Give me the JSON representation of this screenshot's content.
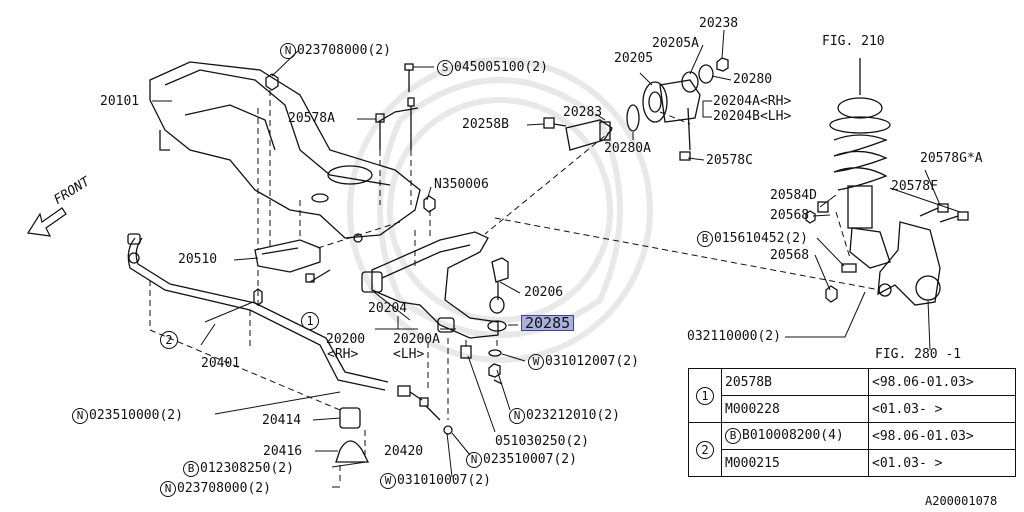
{
  "labels": {
    "fig210": "FIG. 210",
    "fig280": "FIG. 280 -1",
    "front": "FRONT",
    "l20101": "20101",
    "l023708000_top": "023708000(2)",
    "l045005100": "045005100(2)",
    "l20578A": "20578A",
    "l20258B": "20258B",
    "l20283": "20283",
    "l20205": "20205",
    "l20205A": "20205A",
    "l20238": "20238",
    "l20280": "20280",
    "l20280A": "20280A",
    "l20204A": "20204A<RH>",
    "l20204B": "20204B<LH>",
    "l20578C": "20578C",
    "lN350006": "N350006",
    "l20510": "20510",
    "l20204": "20204",
    "l20200": "20200",
    "l20200RH": "<RH>",
    "l20200A": "20200A",
    "l20200ALH": "<LH>",
    "l20206": "20206",
    "l20285": "20285",
    "l031012007": "031012007(2)",
    "l023212010": "023212010(2)",
    "l051030250": "051030250(2)",
    "l023510007": "023510007(2)",
    "l031010007": "031010007(2)",
    "l20420": "20420",
    "l20416": "20416",
    "l012308250": "012308250(2)",
    "l023708000_bot": "023708000(2)",
    "l023510000": "023510000(2)",
    "l20414": "20414",
    "l20401": "20401",
    "l20584D": "20584D",
    "l20568a": "20568",
    "l015610452": "015610452(2)",
    "l20568b": "20568",
    "l20578GA": "20578G*A",
    "l20578F": "20578F",
    "l032110000": "032110000(2)",
    "ref_code": "A200001078"
  },
  "prefix": {
    "N": "N",
    "S": "S",
    "W": "W",
    "B": "B"
  },
  "callouts": {
    "one": "1",
    "two": "2"
  },
  "table": {
    "rows": [
      {
        "key": "1",
        "part": "20578B",
        "date": "<98.06-01.03>"
      },
      {
        "key": "",
        "part": "M000228",
        "date": "<01.03-     >"
      },
      {
        "key": "2",
        "part": "B010008200(4)",
        "date": "<98.06-01.03>"
      },
      {
        "key": "",
        "part": "M000215",
        "date": "<01.03-     >"
      }
    ]
  },
  "colors": {
    "line": "#111111",
    "highlight": "#aab0de",
    "watermark": "#e6e6e6"
  }
}
